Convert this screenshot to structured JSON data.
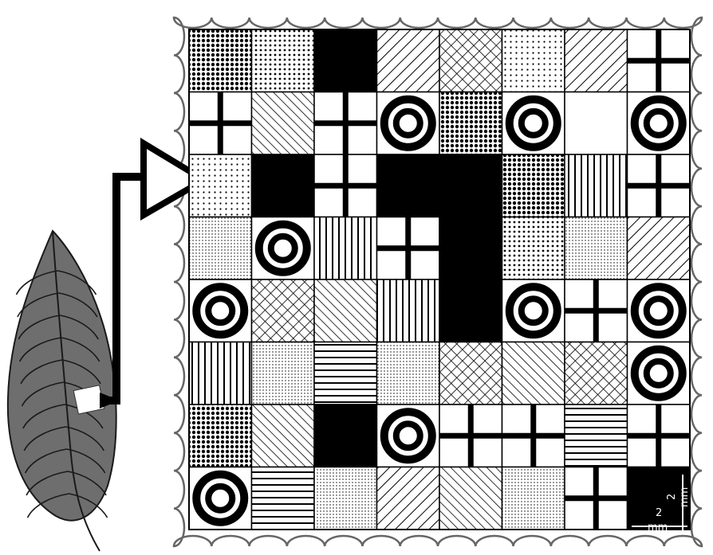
{
  "scale_bar": {
    "vertical_value": "2",
    "vertical_unit": "mm",
    "horizontal_value": "2",
    "horizontal_unit": "mm"
  },
  "grid": {
    "rows": 8,
    "cols": 8,
    "cells": [
      [
        "dots-dense",
        "dots-medium",
        "solid",
        "diag-right",
        "crosshatch-diag",
        "dots-sparse",
        "diag-right",
        "cross"
      ],
      [
        "cross",
        "diag-left",
        "cross",
        "ring",
        "dots-dense",
        "ring",
        "blank",
        "ring"
      ],
      [
        "dots-sparse",
        "solid",
        "cross",
        "solid",
        "solid",
        "dots-dense",
        "vertical",
        "cross"
      ],
      [
        "dots-fine",
        "ring",
        "vertical",
        "cross",
        "solid",
        "dots-medium",
        "dots-fine",
        "diag-right"
      ],
      [
        "ring",
        "crosshatch-diag",
        "diag-left",
        "vertical",
        "solid",
        "ring",
        "cross",
        "ring"
      ],
      [
        "vertical",
        "dots-fine",
        "horizontal",
        "dots-fine",
        "crosshatch-diag",
        "diag-left",
        "crosshatch-diag",
        "ring"
      ],
      [
        "dots-dense",
        "diag-left",
        "solid",
        "ring",
        "cross",
        "cross",
        "horizontal",
        "cross"
      ],
      [
        "ring",
        "horizontal",
        "dots-fine",
        "diag-right",
        "diag-left",
        "dots-fine",
        "cross",
        "solid-scale"
      ]
    ]
  },
  "colors": {
    "ink": "#000000",
    "paper": "#ffffff",
    "stamp_border": "#777777",
    "stamp_shadow": "#9a9a9a",
    "leaf_fill": "#6e6e6e",
    "leaf_vein": "#1a1a1a",
    "sample_patch": "#ffffff"
  }
}
